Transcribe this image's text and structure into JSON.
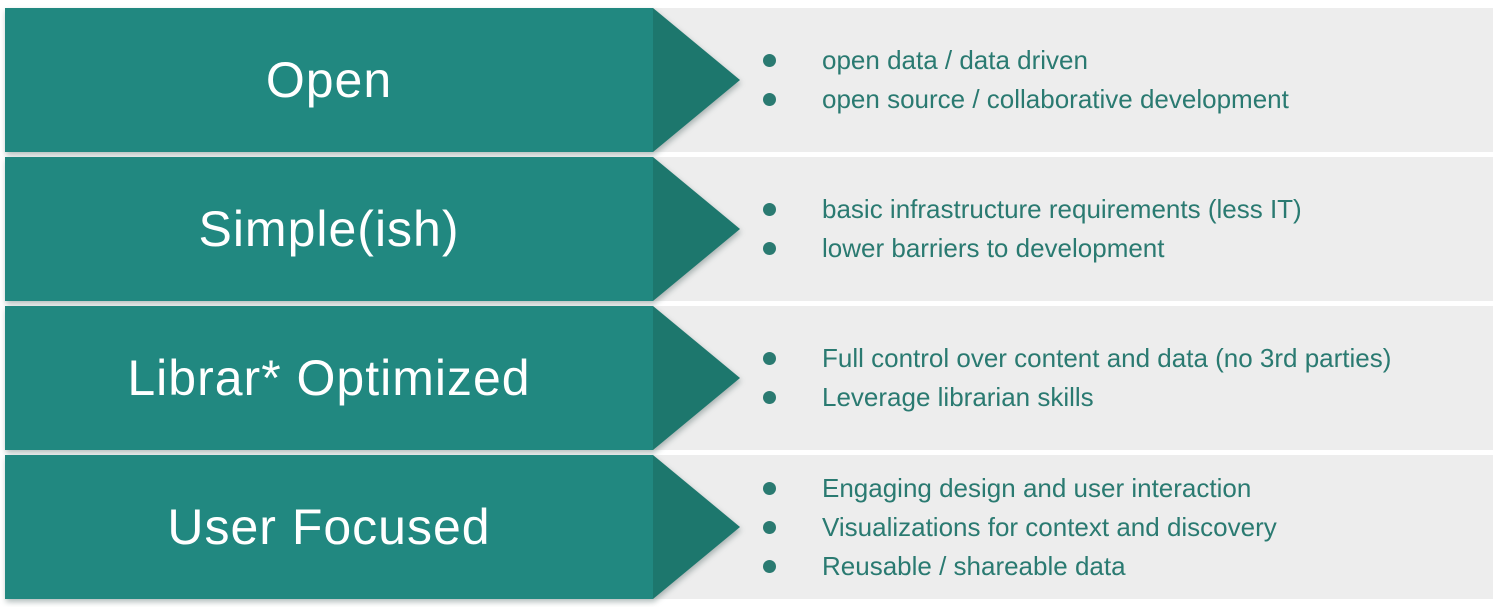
{
  "colors": {
    "page-bg": "#ffffff",
    "band-bg": "#ededed",
    "arrow-body": "#218880",
    "arrow-head": "#1d776d",
    "label-color": "#ffffff",
    "bullet-color": "#2a7a71"
  },
  "rows": [
    {
      "label": "Open",
      "bullets": [
        "open data / data driven",
        "open source / collaborative development"
      ]
    },
    {
      "label": "Simple(ish)",
      "bullets": [
        "basic infrastructure requirements (less IT)",
        "lower barriers to development"
      ]
    },
    {
      "label": "Librar* Optimized",
      "bullets": [
        "Full control over content and data (no 3rd parties)",
        "Leverage librarian skills"
      ]
    },
    {
      "label": "User Focused",
      "bullets": [
        "Engaging design and user interaction",
        "Visualizations for context and discovery",
        "Reusable / shareable data"
      ]
    }
  ]
}
